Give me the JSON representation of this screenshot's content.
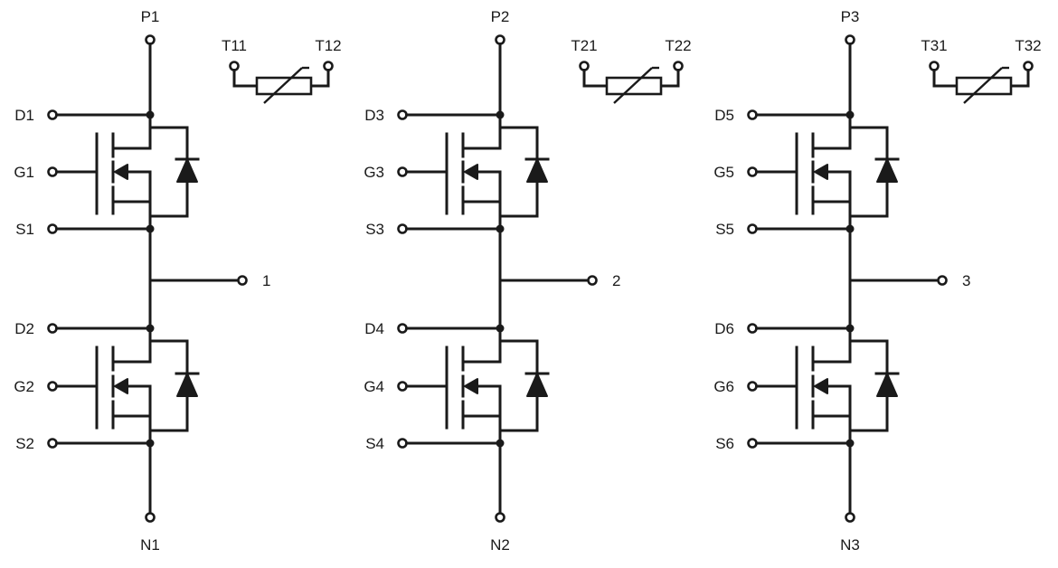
{
  "phases": [
    {
      "top_terminal": "P1",
      "bottom_terminal": "N1",
      "output_label": "1",
      "thermistor": {
        "left_terminal": "T11",
        "right_terminal": "T12"
      },
      "upper_switch": {
        "drain": "D1",
        "gate": "G1",
        "source": "S1"
      },
      "lower_switch": {
        "drain": "D2",
        "gate": "G2",
        "source": "S2"
      }
    },
    {
      "top_terminal": "P2",
      "bottom_terminal": "N2",
      "output_label": "2",
      "thermistor": {
        "left_terminal": "T21",
        "right_terminal": "T22"
      },
      "upper_switch": {
        "drain": "D3",
        "gate": "G3",
        "source": "S3"
      },
      "lower_switch": {
        "drain": "D4",
        "gate": "G4",
        "source": "S4"
      }
    },
    {
      "top_terminal": "P3",
      "bottom_terminal": "N3",
      "output_label": "3",
      "thermistor": {
        "left_terminal": "T31",
        "right_terminal": "T32"
      },
      "upper_switch": {
        "drain": "D5",
        "gate": "G5",
        "source": "S5"
      },
      "lower_switch": {
        "drain": "D6",
        "gate": "G6",
        "source": "S6"
      }
    }
  ]
}
